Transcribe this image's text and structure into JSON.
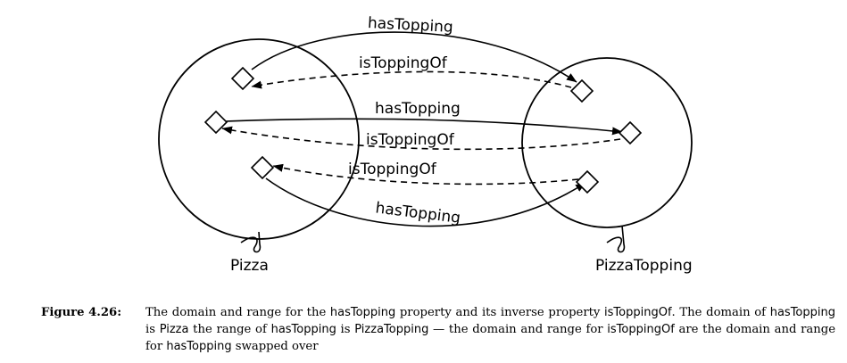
{
  "diagram": {
    "domain_label": "Pizza",
    "range_label": "PizzaTopping",
    "edge_labels": {
      "top_forward": "hasTopping",
      "top_inverse": "isToppingOf",
      "middle_forward": "hasTopping",
      "middle_inverse": "isToppingOf",
      "bottom_inverse": "isToppingOf",
      "bottom_forward": "hasTopping"
    }
  },
  "caption": {
    "number": "Figure 4.26:",
    "t1": "The domain and range for the ",
    "t2": "hasTopping",
    "t3": " property and its inverse property ",
    "t4": "isToppingOf",
    "t5": ". The domain of ",
    "t6": "hasTopping",
    "t7": " is ",
    "t8": "Pizza",
    "t9": " the range of ",
    "t10": "hasTopping",
    "t11": " is ",
    "t12": "PizzaTopping",
    "t13": " — the domain and range for ",
    "t14": "isToppingOf",
    "t15": " are the domain and range for ",
    "t16": "hasTopping",
    "t17": " swapped over"
  }
}
